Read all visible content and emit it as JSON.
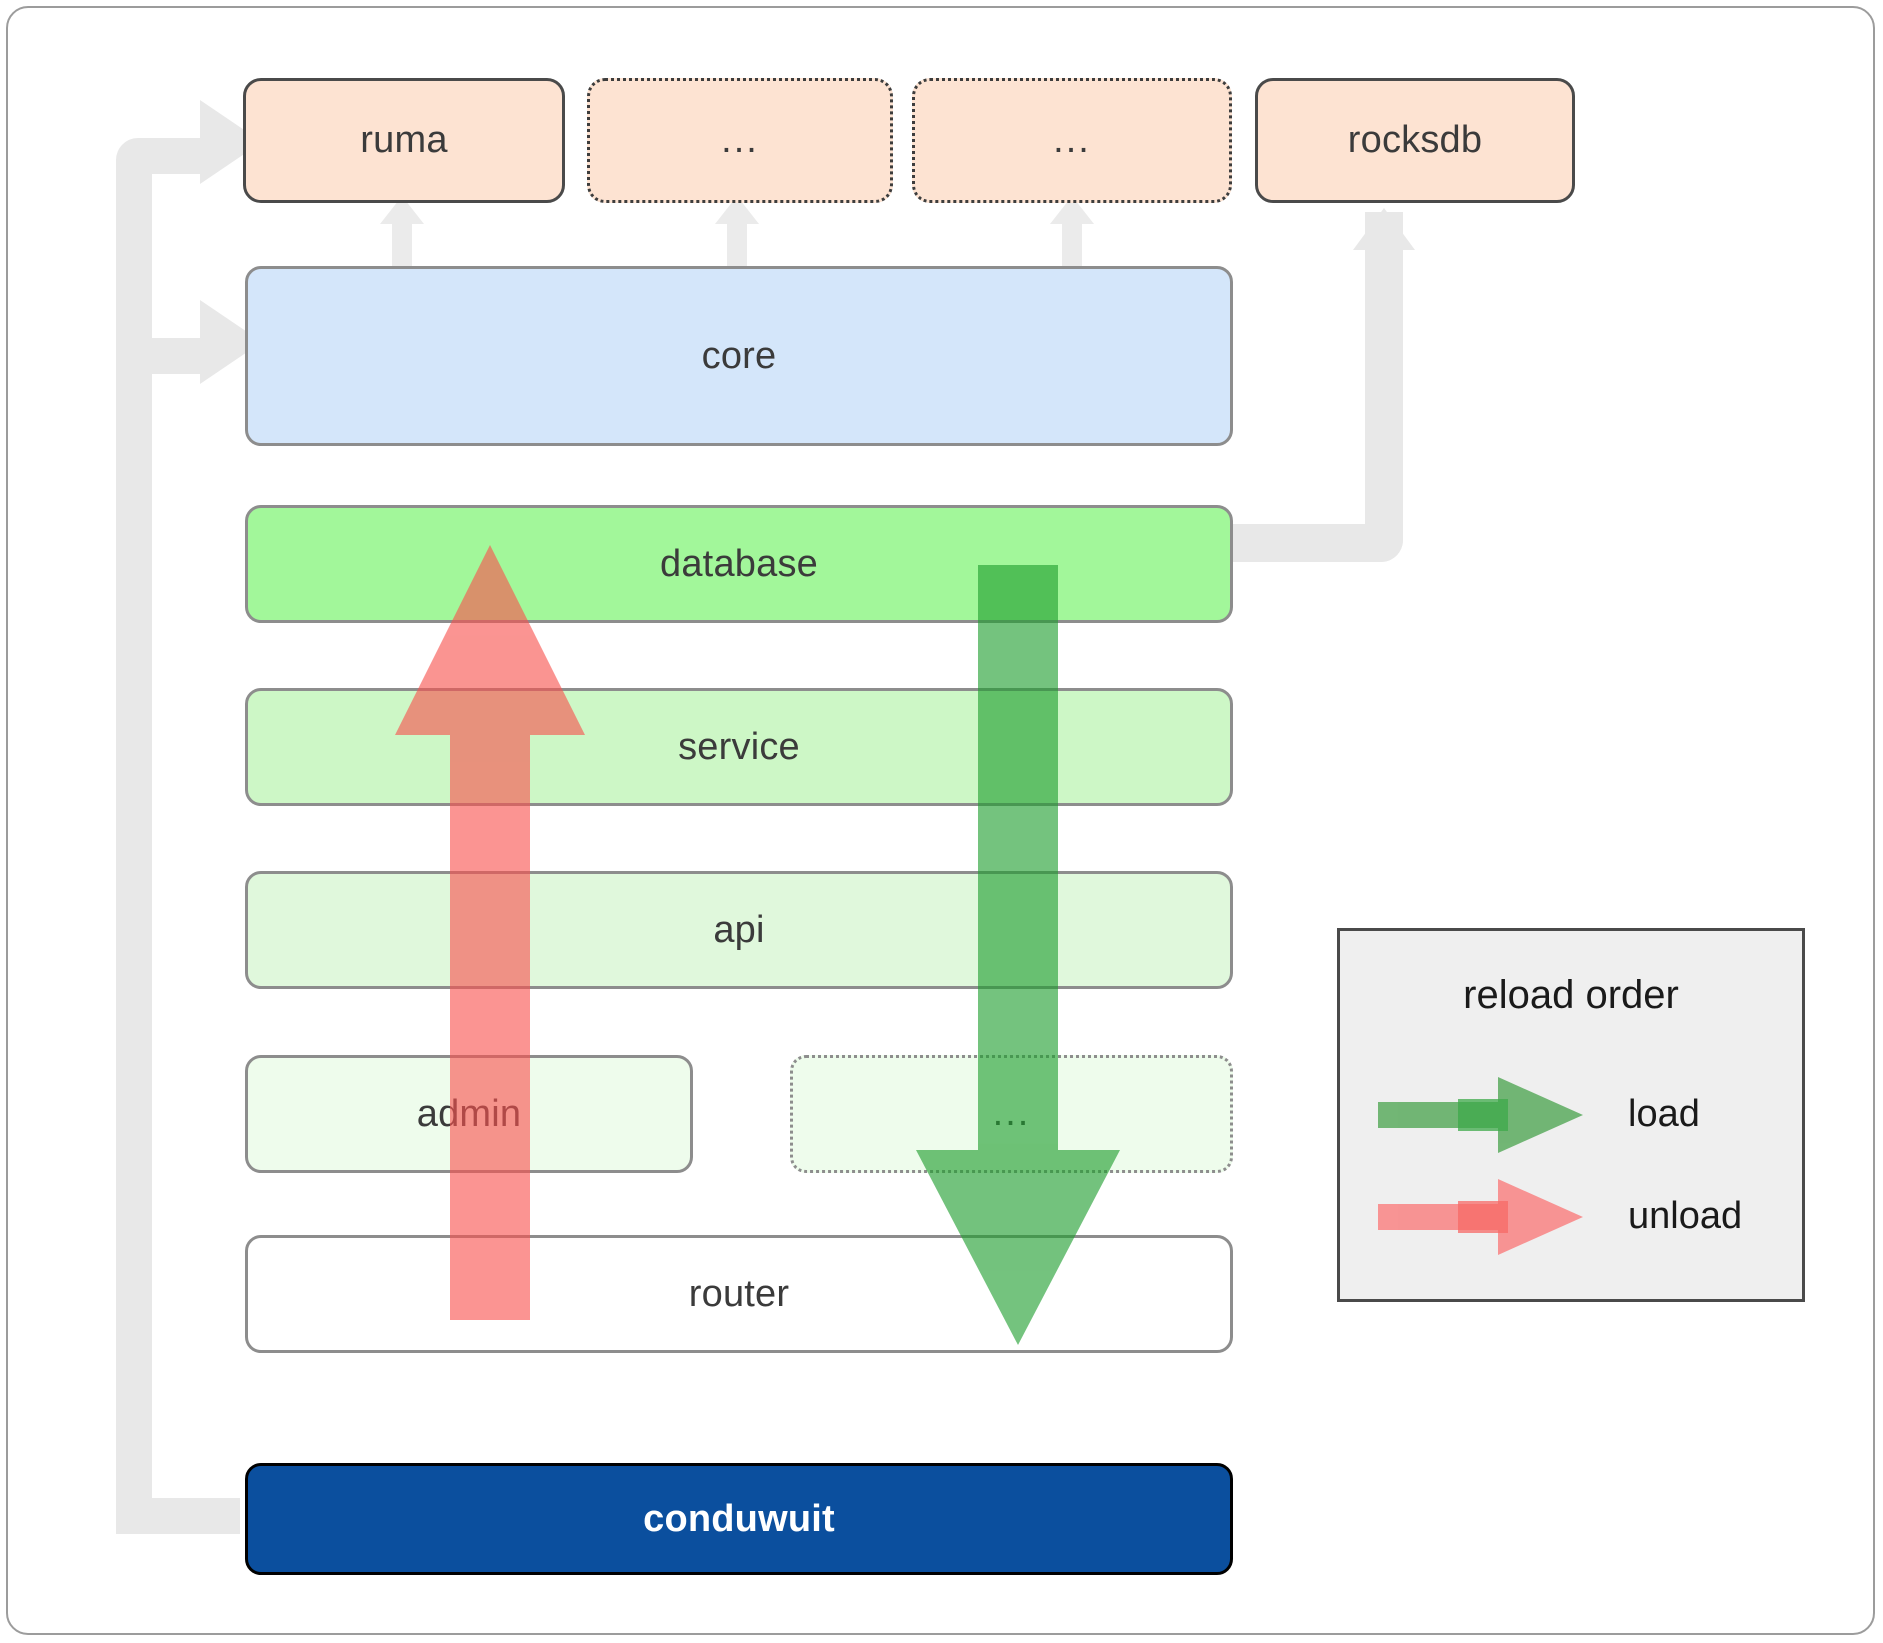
{
  "diagram": {
    "title": "conduwuit crate / reload order architecture",
    "dependencies": [
      {
        "label": "ruma",
        "style": "solid"
      },
      {
        "label": "...",
        "style": "dotted"
      },
      {
        "label": "...",
        "style": "dotted"
      },
      {
        "label": "rocksdb",
        "style": "solid"
      }
    ],
    "layers": [
      {
        "label": "core",
        "kind": "core"
      },
      {
        "label": "database",
        "kind": "database"
      },
      {
        "label": "service",
        "kind": "service"
      },
      {
        "label": "api",
        "kind": "api"
      },
      {
        "label": "admin",
        "kind": "admin"
      },
      {
        "label": "...",
        "kind": "ellipsis-layer"
      },
      {
        "label": "router",
        "kind": "router"
      }
    ],
    "root": {
      "label": "conduwuit"
    },
    "legend": {
      "title": "reload order",
      "items": [
        {
          "label": "load",
          "color": "#5cab5f"
        },
        {
          "label": "unload",
          "color": "#f98484"
        }
      ]
    },
    "colors": {
      "dependency_fill": "#fde3d2",
      "dependency_border": "#4a4a4a",
      "core_fill": "#d4e6fa",
      "database_fill": "#a2f79a",
      "service_fill": "#cdf7c6",
      "api_fill": "#e0f8dc",
      "admin_fill": "#eefcec",
      "router_fill": "#ffffff",
      "root_fill": "#0b4f9e",
      "root_text": "#ffffff",
      "layer_border": "#8d8d8d",
      "connector": "#e6e6e6",
      "legend_bg": "#efefef",
      "legend_border": "#4a4a4a",
      "load_arrow": "#5cab5f",
      "unload_arrow": "#f98484",
      "frame_border": "#9c9c9c"
    }
  }
}
